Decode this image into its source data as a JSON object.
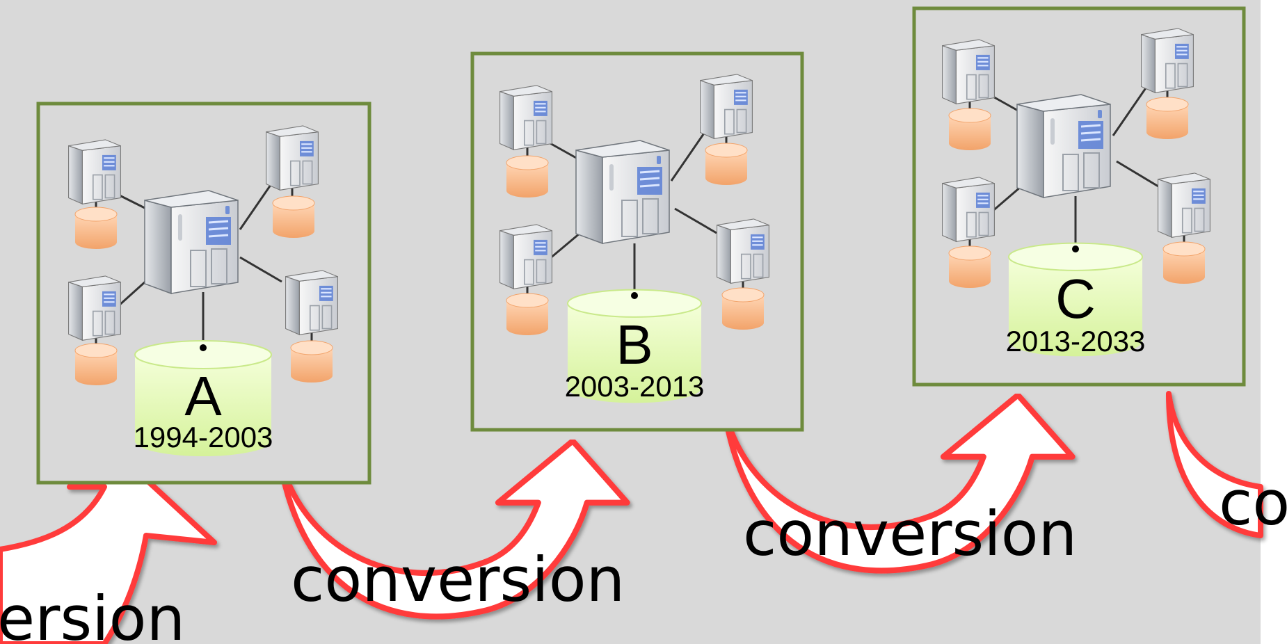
{
  "systems": [
    {
      "letter": "A",
      "years": "1994-2003"
    },
    {
      "letter": "B",
      "years": "2003-2013"
    },
    {
      "letter": "C",
      "years": "2013-2033"
    }
  ],
  "arrows": [
    {
      "label": "ersion"
    },
    {
      "label": "conversion"
    },
    {
      "label": "conversion"
    },
    {
      "label": "co"
    }
  ],
  "colors": {
    "background": "#d9d9d9",
    "box_border": "#6e8b3d",
    "central_db": "#e6f8b8",
    "node_db": "#f6b98a",
    "arrow_fill": "#ffffff",
    "arrow_stroke": "#ff3b3b"
  },
  "icons": [
    "server-icon",
    "database-icon",
    "curved-arrow-icon"
  ]
}
